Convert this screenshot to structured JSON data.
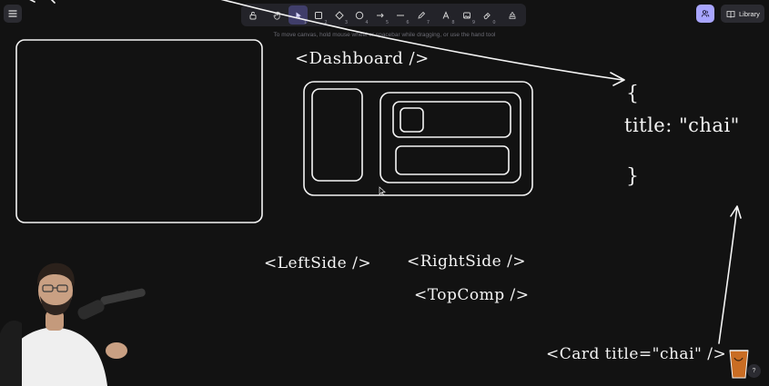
{
  "toolbar": {
    "hint": "To move canvas, hold mouse wheel or spacebar while dragging, or use the hand tool",
    "tools": [
      {
        "name": "lock-tool",
        "icon": "lock-icon",
        "num": ""
      },
      {
        "name": "hand-tool",
        "icon": "hand-icon",
        "num": ""
      },
      {
        "name": "selection-tool",
        "icon": "pointer-icon",
        "num": "1",
        "active": true
      },
      {
        "name": "rectangle-tool",
        "icon": "rectangle-icon",
        "num": "2"
      },
      {
        "name": "diamond-tool",
        "icon": "diamond-icon",
        "num": "3"
      },
      {
        "name": "ellipse-tool",
        "icon": "ellipse-icon",
        "num": "4"
      },
      {
        "name": "arrow-tool",
        "icon": "arrow-icon",
        "num": "5"
      },
      {
        "name": "line-tool",
        "icon": "line-icon",
        "num": "6"
      },
      {
        "name": "draw-tool",
        "icon": "pencil-icon",
        "num": "7"
      },
      {
        "name": "text-tool",
        "icon": "text-icon",
        "num": "8"
      },
      {
        "name": "image-tool",
        "icon": "image-icon",
        "num": "9"
      },
      {
        "name": "eraser-tool",
        "icon": "eraser-icon",
        "num": "0"
      },
      {
        "name": "more-tools",
        "icon": "shapes-icon",
        "num": ""
      }
    ]
  },
  "header": {
    "library_label": "Library"
  },
  "canvas": {
    "dashboard_label": "<Dashboard />",
    "object_open": "{",
    "object_body": "title: \"chai\"",
    "object_close": "}",
    "leftside_label": "<LeftSide />",
    "rightside_label": "<RightSide />",
    "topcomp_label": "<TopComp />",
    "card_label": "<Card title=\"chai\" />"
  },
  "footer": {
    "help_label": "?"
  },
  "colors": {
    "background": "#121212",
    "stroke": "#f4f4f4",
    "toolbar": "#232329",
    "active_tool": "#403e6a",
    "accent": "#a8a5ff"
  }
}
